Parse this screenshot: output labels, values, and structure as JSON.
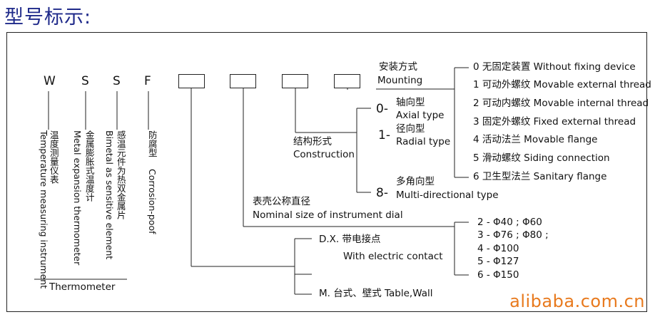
{
  "title": "型号标示:",
  "codes": [
    "W",
    "S",
    "S",
    "F"
  ],
  "code_desc": {
    "w_cn": "温度测量仪表",
    "w_en": "Temperature measuring instrument",
    "s1_cn": "金属膨胀式温度计",
    "s1_en": "Metal expansion thermometer",
    "s2_cn": "感温元件为热双金属片",
    "s2_en": "Bimetal as sensitive element",
    "f_cn": "防腐型",
    "f_en": "Corrosion-poof"
  },
  "thermometer_label": "Thermometer",
  "mounting": {
    "cn": "安装方式",
    "en": "Mounting",
    "options": [
      "0 无固定装置 Without fixing device",
      "1 可动外螺纹 Movable external thread",
      "2 可动内螺纹 Movable internal thread",
      "3 固定外螺纹 Fixed external thread",
      "4 活动法兰 Movable flange",
      "5 滑动螺纹 Siding connection",
      "6 卫生型法兰 Sanitary flange"
    ]
  },
  "construction": {
    "cn": "结构形式",
    "en": "Construction",
    "options": [
      {
        "code": "0-",
        "cn": "轴向型",
        "en": "Axial type"
      },
      {
        "code": "1-",
        "cn": "径向型",
        "en": "Radial type"
      },
      {
        "code": "8-",
        "cn": "多角向型",
        "en": "Multi-directional type"
      }
    ]
  },
  "dial": {
    "cn": "表壳公称直径",
    "en": "Nominal size of instrument dial",
    "options": [
      "2 - Φ40 ; Φ60",
      "3 - Φ76 ; Φ80 ;",
      "4 - Φ100",
      "5 - Φ127",
      "6 - Φ150"
    ]
  },
  "contact": {
    "dx": "D.X. 带电接点",
    "dx_en": "With electric contact",
    "m": "M. 台式、壁式 Table,Wall"
  },
  "watermark": "alibaba.com.cn"
}
